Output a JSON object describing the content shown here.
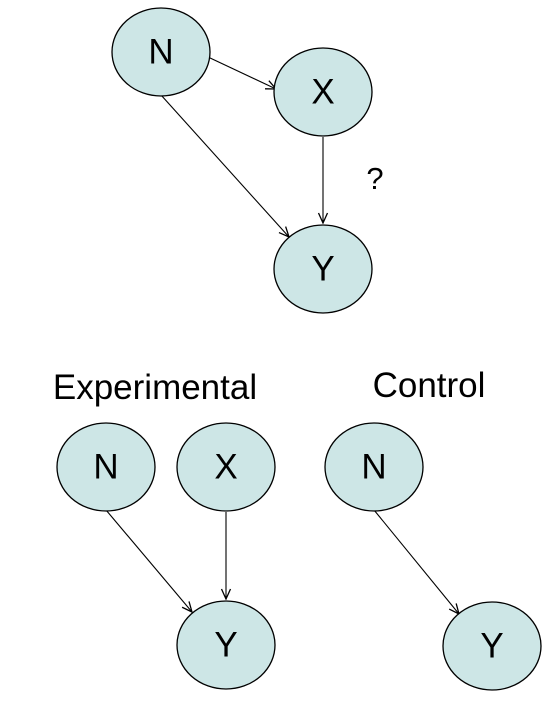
{
  "top_diagram": {
    "nodes": {
      "n": "N",
      "x": "X",
      "y": "Y"
    },
    "unknown_edge_mark": "?"
  },
  "experimental": {
    "title": "Experimental",
    "nodes": {
      "n": "N",
      "x": "X",
      "y": "Y"
    }
  },
  "control": {
    "title": "Control",
    "nodes": {
      "n": "N",
      "y": "Y"
    }
  },
  "colors": {
    "node_fill": "#cde6e6",
    "stroke": "#000000"
  }
}
